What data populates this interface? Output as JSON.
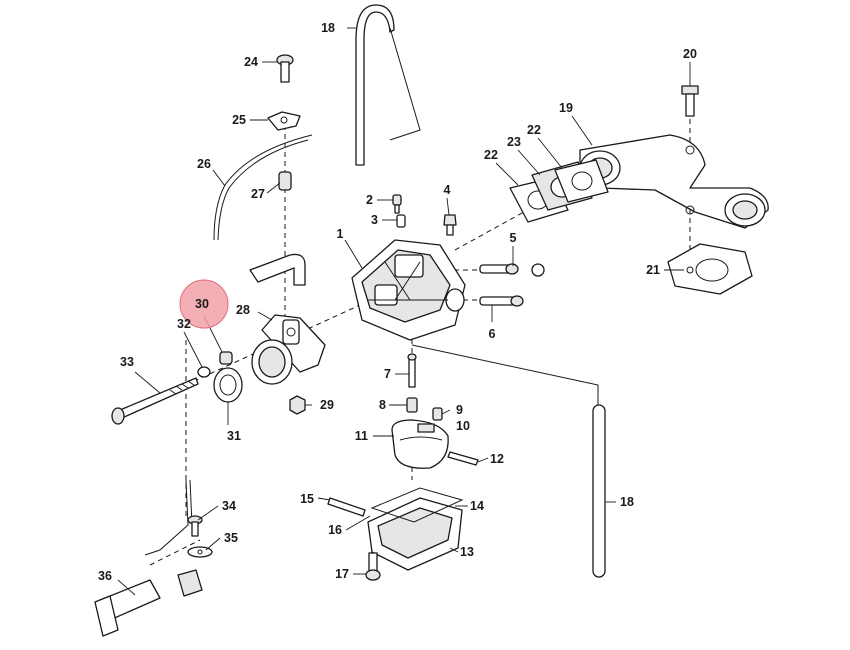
{
  "diagram": {
    "highlight_color": "#f2a0a8",
    "line_color": "#1a1a1a",
    "highlighted_callout": "30",
    "callouts": {
      "c1": "1",
      "c2": "2",
      "c3": "3",
      "c4": "4",
      "c5": "5",
      "c6": "6",
      "c7": "7",
      "c8": "8",
      "c9": "9",
      "c10": "10",
      "c11": "11",
      "c12": "12",
      "c13": "13",
      "c14": "14",
      "c15": "15",
      "c16": "16",
      "c17": "17",
      "c18a": "18",
      "c18b": "18",
      "c19": "19",
      "c20": "20",
      "c21": "21",
      "c22a": "22",
      "c22b": "22",
      "c23": "23",
      "c24": "24",
      "c25": "25",
      "c26": "26",
      "c27": "27",
      "c28": "28",
      "c29": "29",
      "c30": "30",
      "c31": "31",
      "c32": "32",
      "c33": "33",
      "c34": "34",
      "c35": "35",
      "c36": "36"
    }
  }
}
